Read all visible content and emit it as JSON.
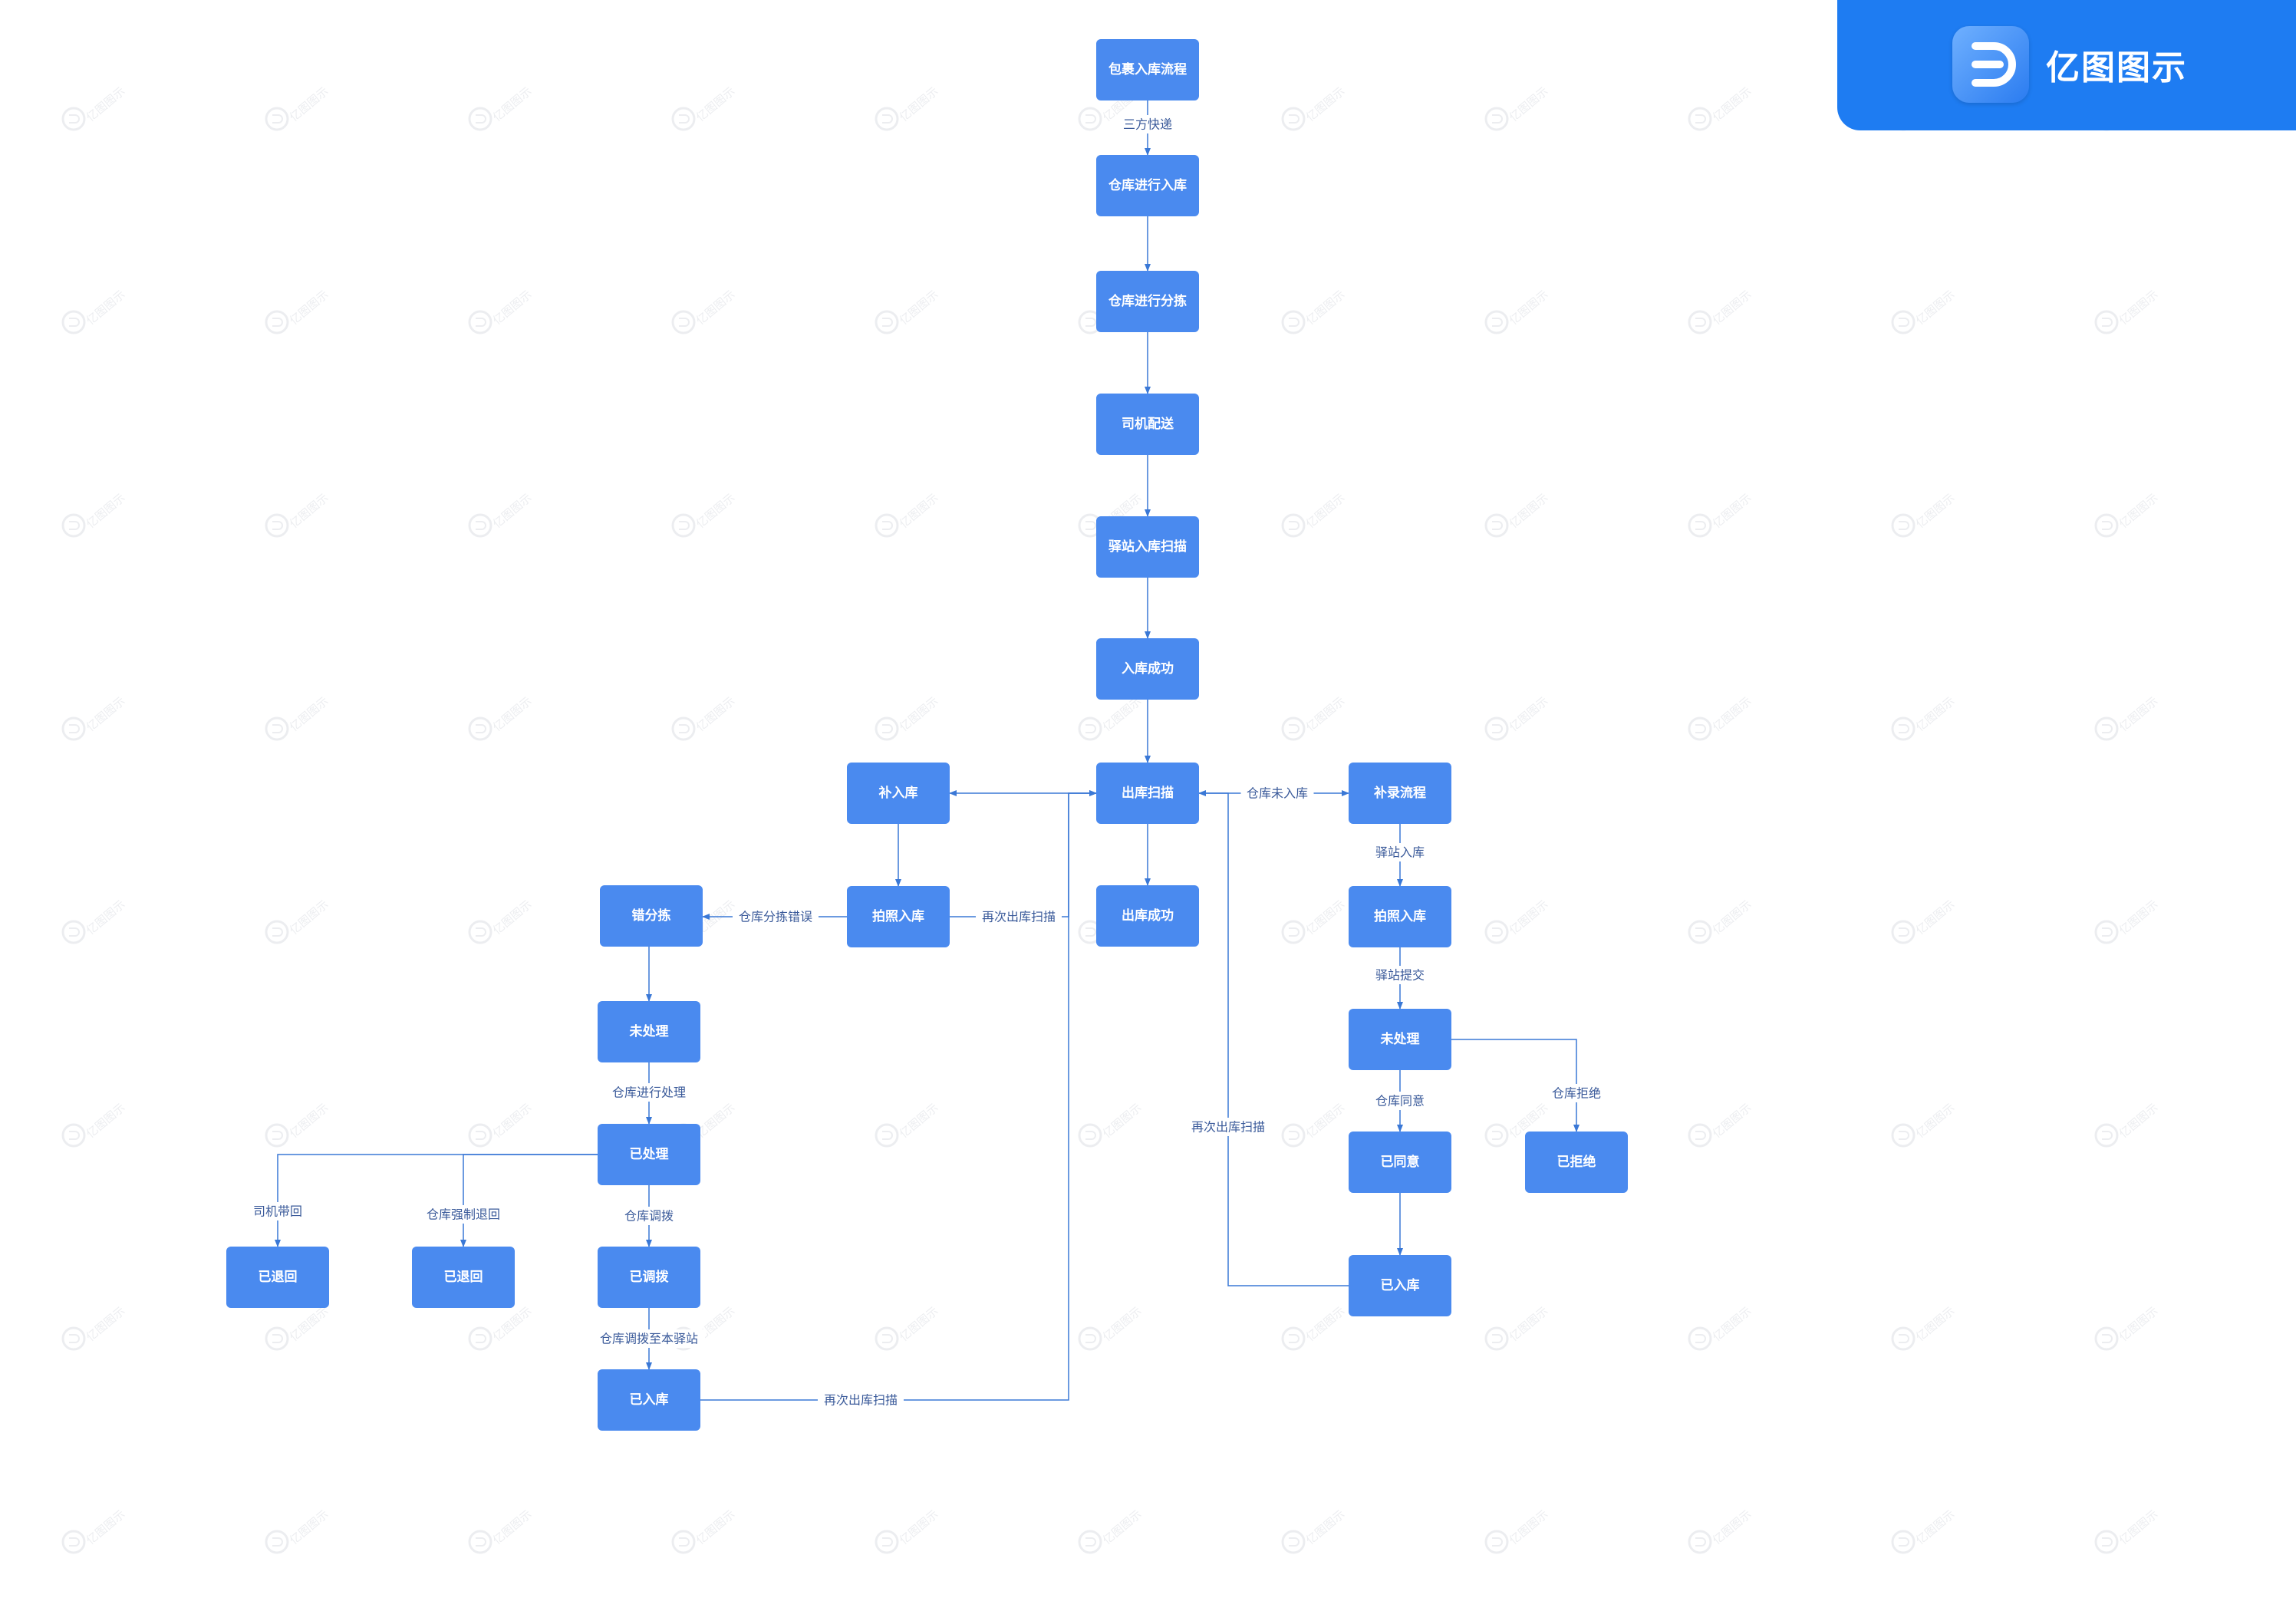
{
  "brand": {
    "name": "亿图图示",
    "color": "#1e7cf2"
  },
  "colors": {
    "node": "#4a8aef",
    "edge": "#3a78d6",
    "label": "#3a5a9a"
  },
  "watermark": {
    "text": "亿图图示"
  },
  "nodes": [
    {
      "id": "n1",
      "label": "包裹入库流程"
    },
    {
      "id": "n2",
      "label": "仓库进行入库"
    },
    {
      "id": "n3",
      "label": "仓库进行分拣"
    },
    {
      "id": "n4",
      "label": "司机配送"
    },
    {
      "id": "n5",
      "label": "驿站入库扫描"
    },
    {
      "id": "n6",
      "label": "入库成功"
    },
    {
      "id": "n7",
      "label": "出库扫描"
    },
    {
      "id": "n8",
      "label": "出库成功"
    },
    {
      "id": "n9",
      "label": "补入库"
    },
    {
      "id": "n10",
      "label": "拍照入库"
    },
    {
      "id": "n11",
      "label": "错分拣"
    },
    {
      "id": "n12",
      "label": "未处理"
    },
    {
      "id": "n13",
      "label": "已处理"
    },
    {
      "id": "n14",
      "label": "已退回"
    },
    {
      "id": "n15",
      "label": "已退回"
    },
    {
      "id": "n16",
      "label": "已调拨"
    },
    {
      "id": "n17",
      "label": "已入库"
    },
    {
      "id": "n18",
      "label": "补录流程"
    },
    {
      "id": "n19",
      "label": "拍照入库"
    },
    {
      "id": "n20",
      "label": "未处理"
    },
    {
      "id": "n21",
      "label": "已同意"
    },
    {
      "id": "n22",
      "label": "已拒绝"
    },
    {
      "id": "n23",
      "label": "已入库"
    }
  ],
  "edges": [
    {
      "id": "e1",
      "from": "n1",
      "to": "n2",
      "label": "三方快递"
    },
    {
      "id": "e2",
      "from": "n2",
      "to": "n3",
      "label": ""
    },
    {
      "id": "e3",
      "from": "n3",
      "to": "n4",
      "label": ""
    },
    {
      "id": "e4",
      "from": "n4",
      "to": "n5",
      "label": ""
    },
    {
      "id": "e5",
      "from": "n5",
      "to": "n6",
      "label": ""
    },
    {
      "id": "e6",
      "from": "n6",
      "to": "n7",
      "label": ""
    },
    {
      "id": "e7",
      "from": "n7",
      "to": "n8",
      "label": ""
    },
    {
      "id": "e8",
      "from": "n7",
      "to": "n9",
      "label": ""
    },
    {
      "id": "e9",
      "from": "n9",
      "to": "n10",
      "label": ""
    },
    {
      "id": "e10",
      "from": "n10",
      "to": "n7",
      "label": "再次出库扫描"
    },
    {
      "id": "e11",
      "from": "n10",
      "to": "n11",
      "label": "仓库分拣错误"
    },
    {
      "id": "e12",
      "from": "n11",
      "to": "n12",
      "label": ""
    },
    {
      "id": "e13",
      "from": "n12",
      "to": "n13",
      "label": "仓库进行处理"
    },
    {
      "id": "e14",
      "from": "n13",
      "to": "n14",
      "label": "司机带回"
    },
    {
      "id": "e15",
      "from": "n13",
      "to": "n15",
      "label": "仓库强制退回"
    },
    {
      "id": "e16",
      "from": "n13",
      "to": "n16",
      "label": "仓库调拨"
    },
    {
      "id": "e17",
      "from": "n16",
      "to": "n17",
      "label": "仓库调拨至本驿站"
    },
    {
      "id": "e18",
      "from": "n17",
      "to": "n7",
      "label": "再次出库扫描"
    },
    {
      "id": "e19",
      "from": "n7",
      "to": "n18",
      "label": "仓库未入库"
    },
    {
      "id": "e20",
      "from": "n18",
      "to": "n19",
      "label": "驿站入库"
    },
    {
      "id": "e21",
      "from": "n19",
      "to": "n20",
      "label": "驿站提交"
    },
    {
      "id": "e22",
      "from": "n20",
      "to": "n21",
      "label": "仓库同意"
    },
    {
      "id": "e23",
      "from": "n20",
      "to": "n22",
      "label": "仓库拒绝"
    },
    {
      "id": "e24",
      "from": "n21",
      "to": "n23",
      "label": ""
    },
    {
      "id": "e25",
      "from": "n23",
      "to": "n7",
      "label": "再次出库扫描"
    }
  ]
}
